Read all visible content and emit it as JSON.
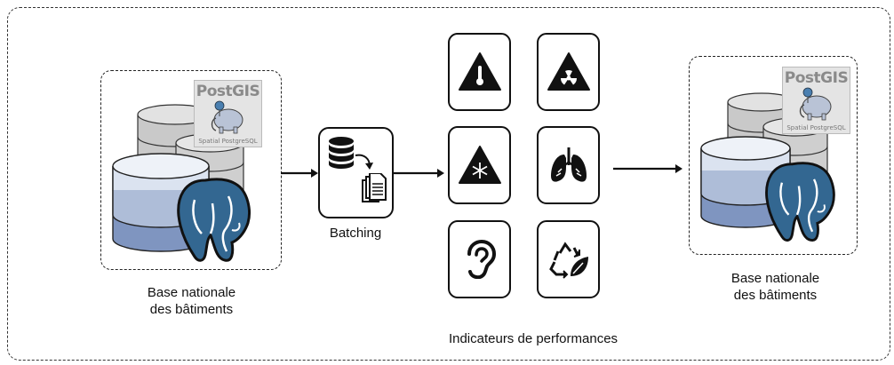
{
  "left_db": {
    "caption_line1": "Base nationale",
    "caption_line2": "des bâtiments",
    "postgis_title": "PostGIS",
    "postgis_subtitle": "Spatial PostgreSQL"
  },
  "batching": {
    "label": "Batching"
  },
  "indicators": {
    "label": "Indicateurs de performances",
    "icons": [
      "thermometer-warning-icon",
      "radiation-warning-icon",
      "snowflake-warning-icon",
      "lungs-icon",
      "ear-icon",
      "recycle-leaf-icon"
    ]
  },
  "right_db": {
    "caption_line1": "Base nationale",
    "caption_line2": "des bâtiments",
    "postgis_title": "PostGIS",
    "postgis_subtitle": "Spatial PostgreSQL"
  },
  "colors": {
    "postgres_blue": "#336791",
    "cylinder_light": "#dbe3f0",
    "cylinder_mid": "#aebdd8",
    "cylinder_dark": "#7f95c0",
    "grey_cylinder": "#c9c9c9"
  }
}
